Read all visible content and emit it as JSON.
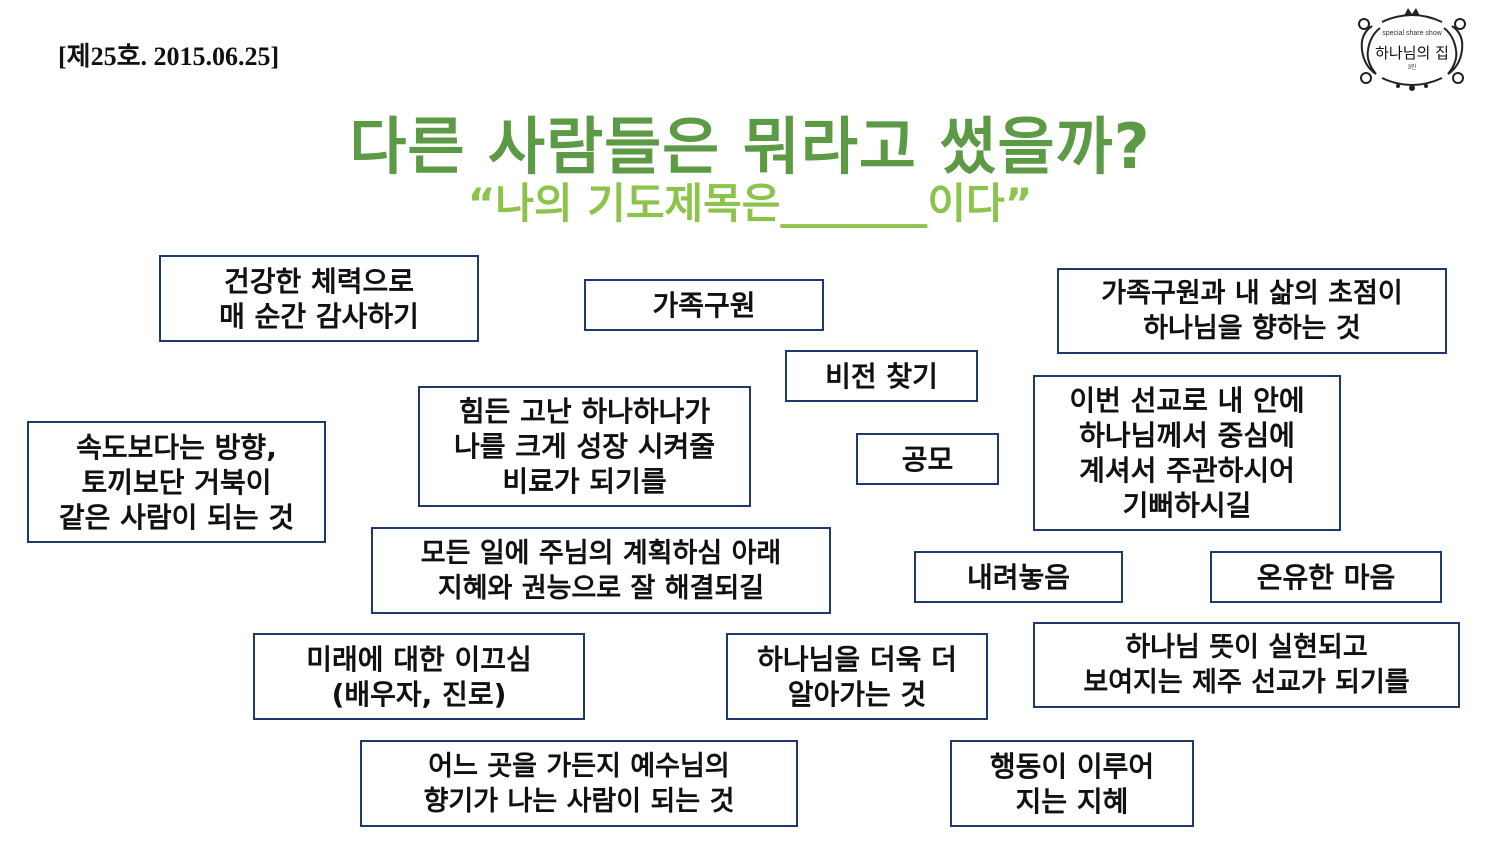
{
  "issue_label": "[제25호. 2015.06.25]",
  "logo": {
    "subtitle": "special share show",
    "name": "하나님의 집",
    "small": "3인"
  },
  "title": "다른 사람들은 뭐라고 썼을까?",
  "subtitle": "“나의 기도제목은_______이다”",
  "colors": {
    "title": "#5c9a45",
    "subtitle": "#8cc34b",
    "card_border": "#1f3a6a"
  },
  "cards": [
    "건강한 체력으로\n매 순간 감사하기",
    "가족구원",
    "가족구원과 내 삶의 초점이\n하나님을 향하는 것",
    "비전 찾기",
    "힘든 고난 하나하나가\n나를 크게 성장 시켜줄\n비료가 되기를",
    "속도보다는 방향,\n토끼보단 거북이\n같은 사람이 되는 것",
    "공모",
    "이번 선교로 내 안에\n하나님께서 중심에\n계셔서 주관하시어\n기뻐하시길",
    "모든 일에 주님의 계획하심 아래\n지혜와 권능으로 잘 해결되길",
    "내려놓음",
    "온유한 마음",
    "미래에 대한 이끄심\n(배우자, 진로)",
    "하나님을 더욱 더\n알아가는 것",
    "하나님 뜻이 실현되고\n보여지는 제주 선교가 되기를",
    "어느 곳을 가든지 예수님의\n향기가 나는 사람이 되는 것",
    "행동이 이루어\n지는 지혜"
  ]
}
